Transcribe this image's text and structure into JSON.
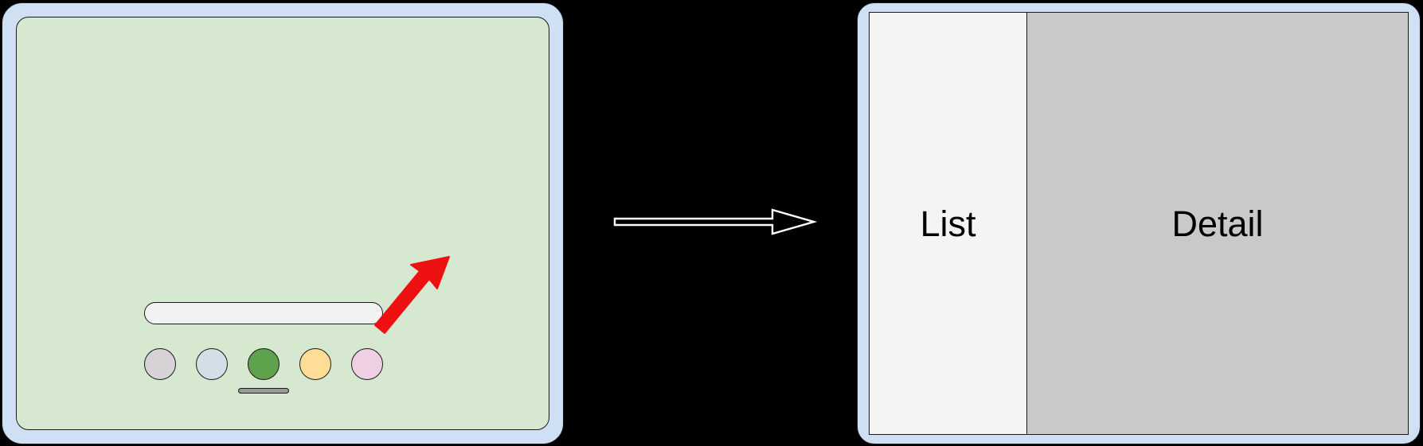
{
  "diagram": {
    "background_color": "#000000",
    "transition_arrow": {
      "icon": "right-arrow-icon",
      "stroke_color": "#ffffff",
      "direction": "right"
    }
  },
  "left_device": {
    "name": "tablet-home-screen",
    "frame_color": "#cfe0f5",
    "screen_color": "#d6e8cf",
    "search_pill": {
      "value": "",
      "placeholder": "",
      "fill_color": "#f2f2f2"
    },
    "dock": {
      "icons": [
        {
          "name": "dock-icon-1",
          "color": "#d6d2d6"
        },
        {
          "name": "dock-icon-2",
          "color": "#d2dfe6"
        },
        {
          "name": "dock-icon-3",
          "color": "#5ea24e"
        },
        {
          "name": "dock-icon-4",
          "color": "#ffdd96"
        },
        {
          "name": "dock-icon-5",
          "color": "#eed0e2"
        }
      ]
    },
    "home_indicator": {
      "color": "#9a9a9a"
    },
    "tap_annotation": {
      "icon": "red-arrow-pointer-icon",
      "color": "#ee1111",
      "points_at": "dock-icon-5"
    }
  },
  "right_device": {
    "name": "tablet-split-view",
    "frame_color": "#cfe0f5",
    "panes": [
      {
        "name": "list-pane",
        "label": "List",
        "background": "#f4f4f4"
      },
      {
        "name": "detail-pane",
        "label": "Detail",
        "background": "#c9c9c9"
      }
    ]
  }
}
